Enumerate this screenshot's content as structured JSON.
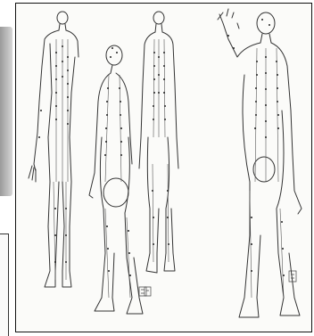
{
  "image": {
    "subject": "acupuncture-meridian-chart",
    "figures": [
      "figure-back",
      "figure-side-left",
      "figure-front",
      "figure-raised-arm"
    ]
  },
  "colors": {
    "line": "#333333",
    "paper": "#fbfbf9",
    "frame": "#111111",
    "slab": "#9a9a9a"
  }
}
